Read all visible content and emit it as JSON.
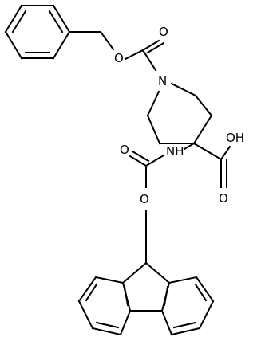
{
  "molecule": {
    "atom_labels": {
      "o_cbz_ether": "O",
      "o_cbz_carbonyl": "O",
      "n_ring": "N",
      "oh_acid": "OH",
      "o_acid_carbonyl": "O",
      "nh_amide": "NH",
      "o_fmoc_carbonyl": "O",
      "o_fmoc_ether": "O"
    }
  }
}
